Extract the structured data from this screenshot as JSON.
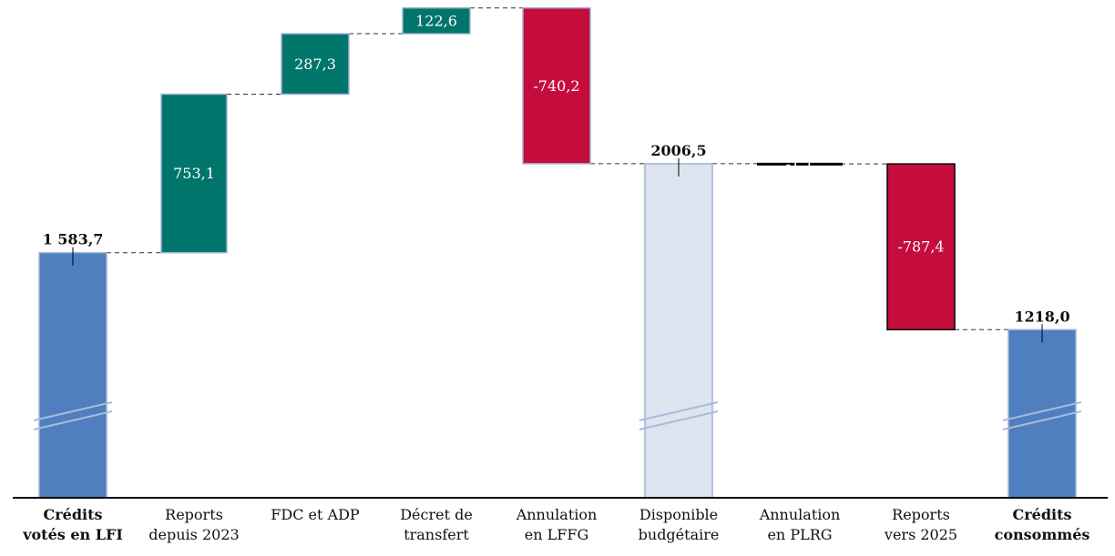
{
  "chart_data": {
    "type": "bar",
    "subtype": "waterfall",
    "grid": false,
    "legend": "none",
    "axis_break_on_totals": true,
    "colors": {
      "total": "#4f7fbf",
      "subtotal": "#dce4ef",
      "increase": "#00756b",
      "decrease": "#c40d3d",
      "connector": "#333333"
    },
    "categories": [
      "Crédits votés en LFI",
      "Reports depuis 2023",
      "FDC et ADP",
      "Décret de transfert",
      "Annulation en LFFG",
      "Disponible budgétaire",
      "Annulation en PLRG",
      "Reports vers 2025",
      "Crédits consommés"
    ],
    "category_lines": [
      [
        "Crédits",
        "votés en LFI"
      ],
      [
        "Reports",
        "depuis 2023"
      ],
      [
        "FDC et ADP"
      ],
      [
        "Décret de",
        "transfert"
      ],
      [
        "Annulation",
        "en LFFG"
      ],
      [
        "Disponible",
        "budgétaire"
      ],
      [
        "Annulation",
        "en PLRG"
      ],
      [
        "Reports",
        "vers 2025"
      ],
      [
        "Crédits",
        "consommés"
      ]
    ],
    "bold_categories": [
      0,
      8
    ],
    "kinds": [
      "total",
      "increase",
      "increase",
      "increase",
      "decrease",
      "subtotal",
      "decrease",
      "decrease",
      "total"
    ],
    "values": [
      1583.7,
      753.1,
      287.3,
      122.6,
      -740.2,
      2006.5,
      -1.1,
      -787.4,
      1218.0
    ],
    "labels": [
      "1 583,7",
      "753,1",
      "287,3",
      "122,6",
      "-740,2",
      "2006,5",
      "-1,1",
      "-787,4",
      "1218,0"
    ]
  }
}
